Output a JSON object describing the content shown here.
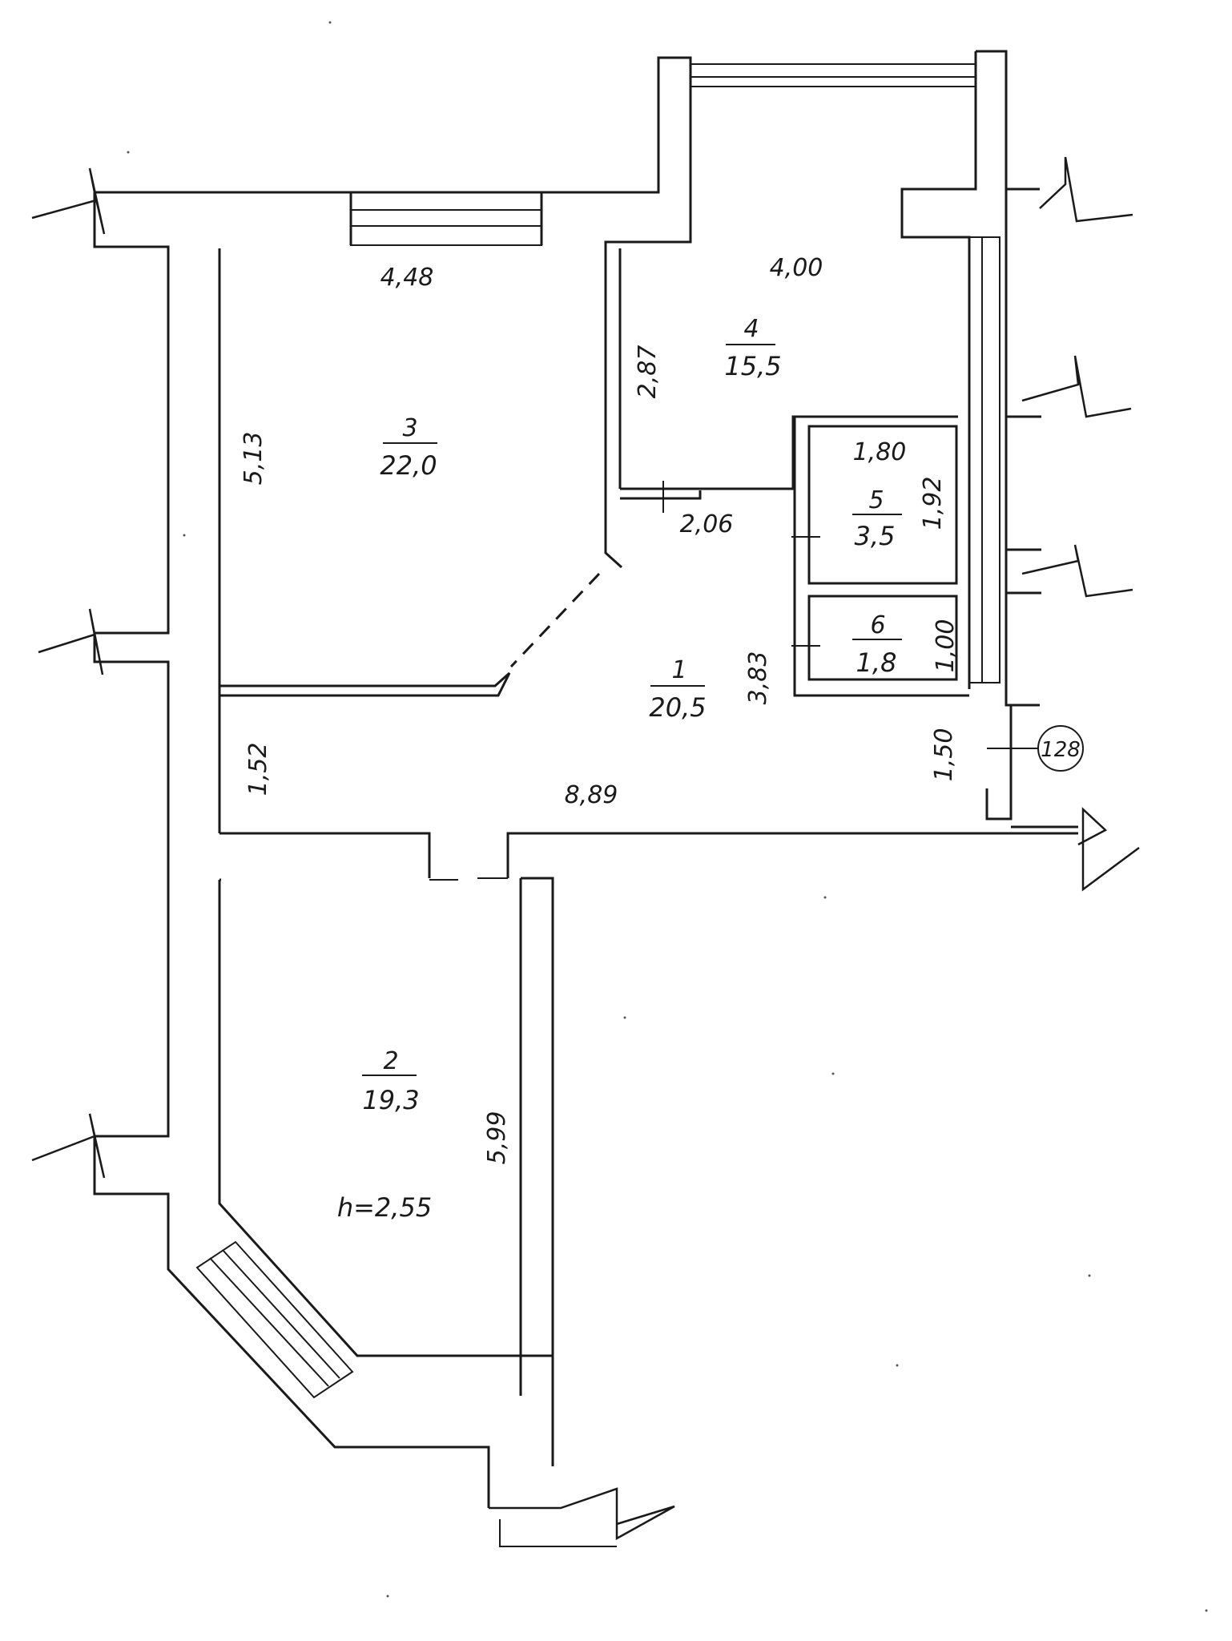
{
  "apartment": {
    "number": "128",
    "ceiling_height": "h=2,55"
  },
  "rooms": [
    {
      "id": "room-1",
      "number": "1",
      "area": "20,5"
    },
    {
      "id": "room-2",
      "number": "2",
      "area": "19,3"
    },
    {
      "id": "room-3",
      "number": "3",
      "area": "22,0"
    },
    {
      "id": "room-4",
      "number": "4",
      "area": "15,5"
    },
    {
      "id": "room-5",
      "number": "5",
      "area": "3,5"
    },
    {
      "id": "room-6",
      "number": "6",
      "area": "1,8"
    }
  ],
  "dimensions": {
    "room3_width": "4,48",
    "room3_height": "5,13",
    "room4_width": "4,00",
    "room4_height": "2,87",
    "room5_width": "1,80",
    "room5_height": "1,92",
    "room6_height": "1,00",
    "hall_width": "2,06",
    "hall_height": "3,83",
    "corridor_height_left": "1,52",
    "corridor_height_right": "1,50",
    "corridor_length": "8,89",
    "room2_height": "5,99"
  }
}
